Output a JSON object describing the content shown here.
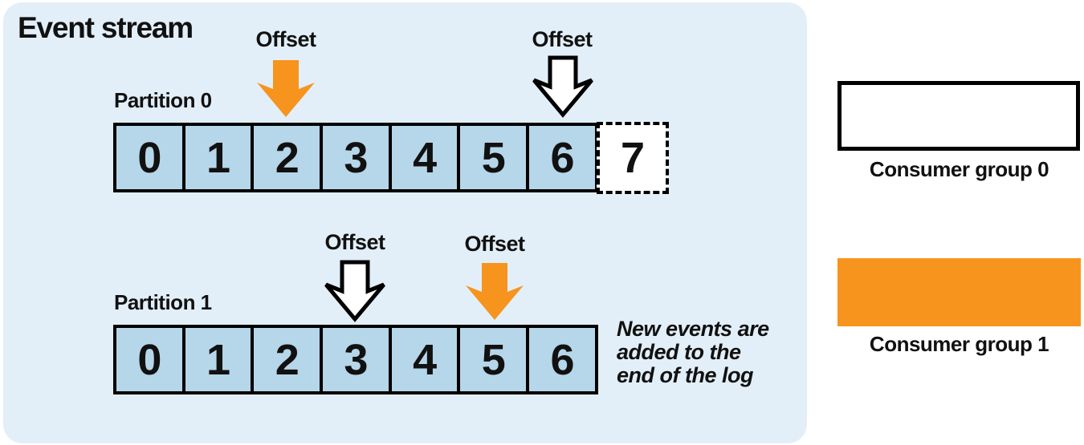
{
  "panel": {
    "title": "Event stream"
  },
  "colors": {
    "panel_bg": "#E2EFF8",
    "cell_blue": "#B6D6E9",
    "orange": "#F7941E",
    "outline": "#000000",
    "white": "#FFFFFF"
  },
  "partitions": [
    {
      "label": "Partition 0",
      "cells": [
        "0",
        "1",
        "2",
        "3",
        "4",
        "5",
        "6"
      ],
      "pending_cell": "7",
      "offsets": [
        {
          "label": "Offset",
          "style": "orange-filled",
          "points_to_cell": "2"
        },
        {
          "label": "Offset",
          "style": "white-outline",
          "points_to_cell": "6"
        }
      ]
    },
    {
      "label": "Partition 1",
      "cells": [
        "0",
        "1",
        "2",
        "3",
        "4",
        "5",
        "6"
      ],
      "offsets": [
        {
          "label": "Offset",
          "style": "white-outline",
          "points_to_cell": "3"
        },
        {
          "label": "Offset",
          "style": "orange-filled",
          "points_to_cell": "5"
        }
      ]
    }
  ],
  "note": {
    "lines": [
      "New events are",
      "added to the",
      "end of the log"
    ]
  },
  "legend": [
    {
      "label": "Consumer group 0",
      "style": "white-outline"
    },
    {
      "label": "Consumer group 1",
      "style": "orange-filled"
    }
  ]
}
